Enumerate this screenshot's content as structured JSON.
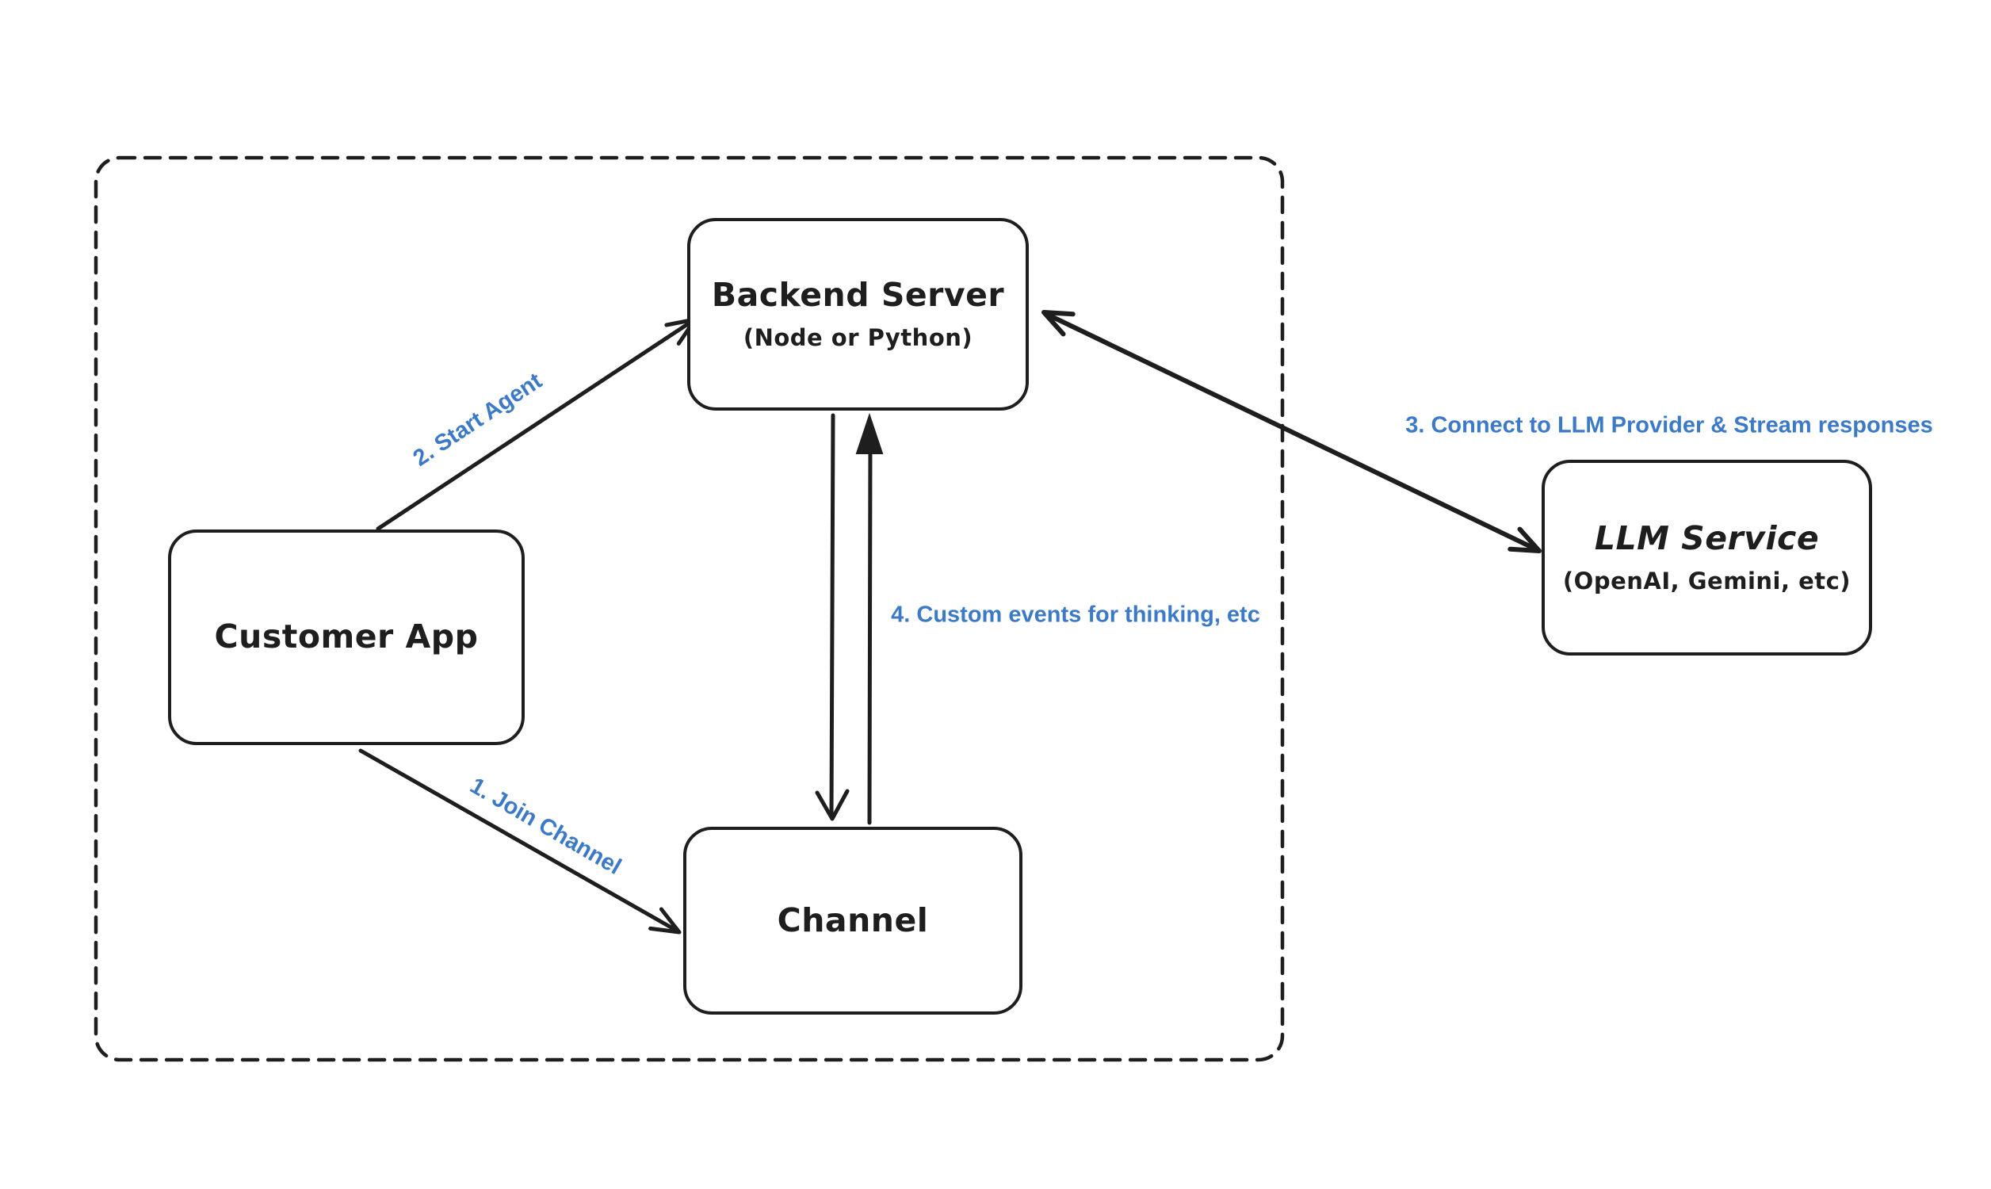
{
  "canvas": {
    "background": "#ffffff",
    "stroke_color": "#1e1e1e",
    "edge_label_color": "#3c7ac8"
  },
  "nodes": {
    "backend": {
      "title": "Backend Server",
      "subtitle": "(Node or Python)"
    },
    "customer": {
      "title": "Customer App"
    },
    "channel": {
      "title": "Channel"
    },
    "llm": {
      "title": "LLM Service",
      "subtitle": "(OpenAI, Gemini, etc)"
    }
  },
  "edges": {
    "join": {
      "label": "1. Join Channel"
    },
    "start": {
      "label": "2. Start Agent"
    },
    "connect": {
      "label": "3. Connect to LLM Provider & Stream responses"
    },
    "events": {
      "label": "4. Custom events for thinking, etc"
    }
  }
}
